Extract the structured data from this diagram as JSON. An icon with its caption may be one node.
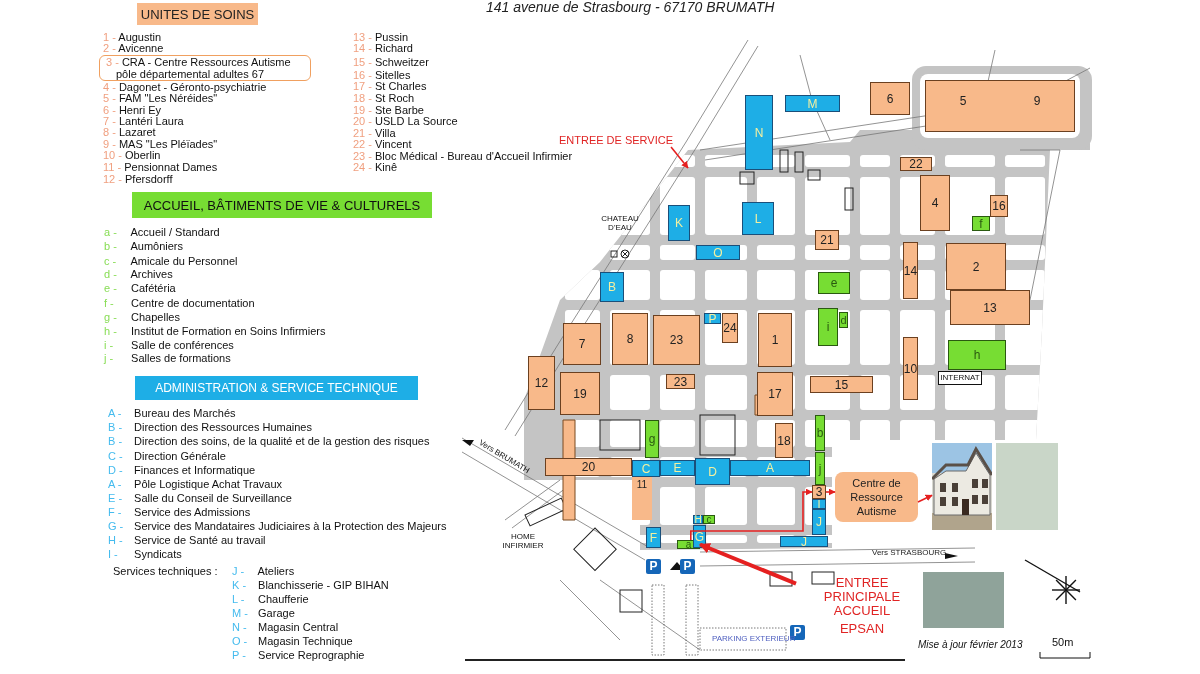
{
  "diagram": {
    "title": "141 avenue de Strasbourg - 67170 BRUMATH",
    "nodes": [
      {
        "text": [
          "UNITES DE SOINS"
        ]
      },
      {
        "text": [
          "3 - CRA - Centre Ressources Autisme pôle départemental adultes 67"
        ]
      },
      {
        "text": [
          "ACCUEIL, BÂTIMENTS DE VIE & CULTURELS"
        ]
      },
      {
        "text": [
          "ADMINISTRATION & SERVICE TECHNIQUE"
        ]
      },
      {
        "text": [
          "M"
        ]
      },
      {
        "text": [
          "6"
        ]
      },
      {
        "text": [
          "5",
          "9"
        ]
      },
      {
        "text": [
          "N"
        ]
      },
      {
        "text": [
          "ENTREE DE SERVICE"
        ]
      },
      {
        "text": [
          "22"
        ]
      },
      {
        "text": [
          "4"
        ]
      },
      {
        "text": [
          "16"
        ]
      },
      {
        "text": [
          "f"
        ]
      },
      {
        "text": [
          "K"
        ]
      },
      {
        "text": [
          "L"
        ]
      },
      {
        "text": [
          "21"
        ]
      },
      {
        "text": [
          "O"
        ]
      },
      {
        "text": [
          "14"
        ]
      },
      {
        "text": [
          "2"
        ]
      },
      {
        "text": [
          "e"
        ]
      },
      {
        "text": [
          "B"
        ]
      },
      {
        "text": [
          "13"
        ]
      },
      {
        "text": [
          "P"
        ]
      },
      {
        "text": [
          "24"
        ]
      },
      {
        "text": [
          "8"
        ]
      },
      {
        "text": [
          "23"
        ]
      },
      {
        "text": [
          "1"
        ]
      },
      {
        "text": [
          "i"
        ]
      },
      {
        "text": [
          "d"
        ]
      },
      {
        "text": [
          "7"
        ]
      },
      {
        "text": [
          "10"
        ]
      },
      {
        "text": [
          "h"
        ]
      },
      {
        "text": [
          "12"
        ]
      },
      {
        "text": [
          "19"
        ]
      },
      {
        "text": [
          "23"
        ]
      },
      {
        "text": [
          "17"
        ]
      },
      {
        "text": [
          "15"
        ]
      },
      {
        "text": [
          "b"
        ]
      },
      {
        "text": [
          "g"
        ]
      },
      {
        "text": [
          "18"
        ]
      },
      {
        "text": [
          "20"
        ]
      },
      {
        "text": [
          "11"
        ]
      },
      {
        "text": [
          "C"
        ]
      },
      {
        "text": [
          "E"
        ]
      },
      {
        "text": [
          "D"
        ]
      },
      {
        "text": [
          "A"
        ]
      },
      {
        "text": [
          "j"
        ]
      },
      {
        "text": [
          "3"
        ]
      },
      {
        "text": [
          "Centre de Ressource Autisme"
        ]
      },
      {
        "text": [],
        "shape": "picture"
      },
      {
        "text": [
          "I"
        ]
      },
      {
        "text": [
          "H"
        ]
      },
      {
        "text": [
          "c"
        ]
      },
      {
        "text": [
          "J"
        ]
      },
      {
        "text": [
          "F"
        ]
      },
      {
        "text": [
          "a"
        ]
      },
      {
        "text": [
          "G"
        ]
      },
      {
        "text": [
          "J"
        ]
      },
      {
        "text": [
          "ENTREE PRINCIPALE ACCUEIL",
          "EPSAN"
        ]
      },
      {
        "text": [
          "INTERNAT"
        ]
      }
    ],
    "edges": [
      {
        "from": 8,
        "to": null,
        "arrow": "to"
      },
      {
        "from": 58,
        "to": 55,
        "arrow": "to",
        "style": "thick"
      },
      {
        "from": 55,
        "to": 47,
        "arrow": "to"
      },
      {
        "from": 47,
        "to": 48,
        "arrow": "to"
      },
      {
        "from": 48,
        "to": 49,
        "arrow": "to"
      }
    ],
    "labels": [
      "1 - Augustin",
      "2 - Avicenne",
      "4 - Dagonet - Géronto-psychiatrie",
      "5 - FAM \"Les Néréides\"",
      "6 - Henri Ey",
      "7 - Lantéri Laura",
      "8 - Lazaret",
      "9 - MAS \"Les Pléïades\"",
      "10 - Oberlin",
      "11 - Pensionnat Dames",
      "12 - Pfersdorff",
      "13 - Pussin",
      "14 - Richard",
      "15 - Schweitzer",
      "16 - Sitelles",
      "17 - St Charles",
      "18 - St Roch",
      "19 - Ste Barbe",
      "20 - USLD La Source",
      "21 - Villa",
      "22 - Vincent",
      "23 - Bloc Médical - Bureau d'Accueil Infirmier",
      "24 - Kinê",
      "a - Accueil / Standard",
      "b - Aumôniers",
      "c - Amicale du Personnel",
      "d - Archives",
      "e - Cafétéria",
      "f - Centre de documentation",
      "g - Chapelles",
      "h - Institut de Formation en Soins Infirmiers",
      "i - Salle de conférences",
      "j - Salles de formations",
      "A - Bureau des Marchés",
      "B - Direction des Ressources Humaines",
      "B - Direction des soins, de la qualité et de la gestion des risques",
      "C - Direction Générale",
      "D - Finances et Informatique",
      "A - Pôle Logistique Achat Travaux",
      "E - Salle du Conseil de Surveillance",
      "F - Service des Admissions",
      "G - Service des Mandataires Judiciaires à la Protection des Majeurs",
      "H - Service de Santé au travail",
      "I - Syndicats",
      "Services techniques :",
      "J - Ateliers",
      "K - Blanchisserie - GIP BIHAN",
      "L - Chaufferie",
      "M - Garage",
      "N - Magasin Central",
      "O - Magasin Technique",
      "P - Service Reprographie",
      "CHATEAU D'EAU",
      "Vers BRUMATH",
      "HOME INFIRMIER",
      "Vers STRASBOURG",
      "P",
      "P",
      "P",
      "PARKING EXTERIEUR",
      "Mise à jour février 2013",
      "50m"
    ]
  }
}
